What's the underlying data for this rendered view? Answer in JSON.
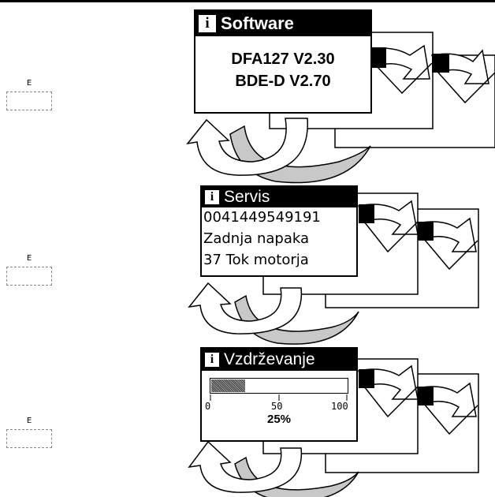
{
  "panels": [
    {
      "marker": "E",
      "screen": {
        "title": "Software",
        "lines": [
          "DFA127 V2.30",
          "BDE-D V2.70"
        ]
      }
    },
    {
      "marker": "E",
      "screen": {
        "title": "Servis",
        "lines": [
          "0041449549191",
          "Zadnja napaka",
          "37 Tok motorja"
        ]
      }
    },
    {
      "marker": "E",
      "screen": {
        "title": "Vzdrževanje",
        "progress": 0.25,
        "scale": [
          "0",
          "50",
          "100"
        ],
        "percent_label": "25%"
      }
    }
  ]
}
